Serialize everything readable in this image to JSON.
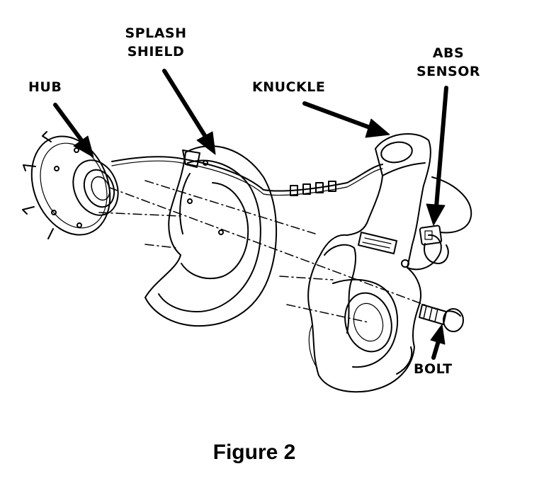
{
  "labels": {
    "hub": "HUB",
    "splash_shield_line1": "SPLASH",
    "splash_shield_line2": "SHIELD",
    "knuckle": "KNUCKLE",
    "abs_sensor_line1": "ABS",
    "abs_sensor_line2": "SENSOR",
    "bolt": "BOLT"
  },
  "caption": "Figure 2",
  "colors": {
    "ink": "#000000",
    "paper": "#ffffff"
  }
}
